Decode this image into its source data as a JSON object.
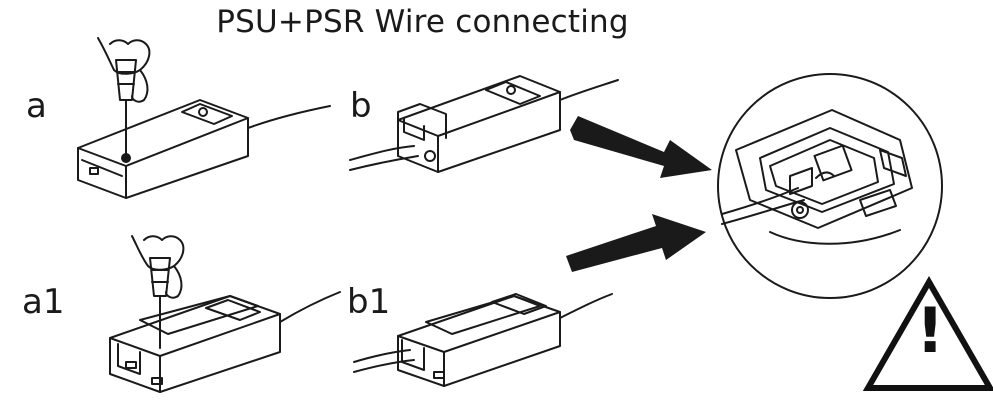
{
  "title": "PSU+PSR Wire connecting",
  "steps": {
    "a": "a",
    "b": "b",
    "a1": "a1",
    "b1": "b1"
  },
  "warning": {
    "symbol": "!",
    "icon": "warning-triangle-icon"
  },
  "colors": {
    "line": "#1a1a1a",
    "arrow": "#1a1a1a",
    "background": "#ffffff"
  }
}
